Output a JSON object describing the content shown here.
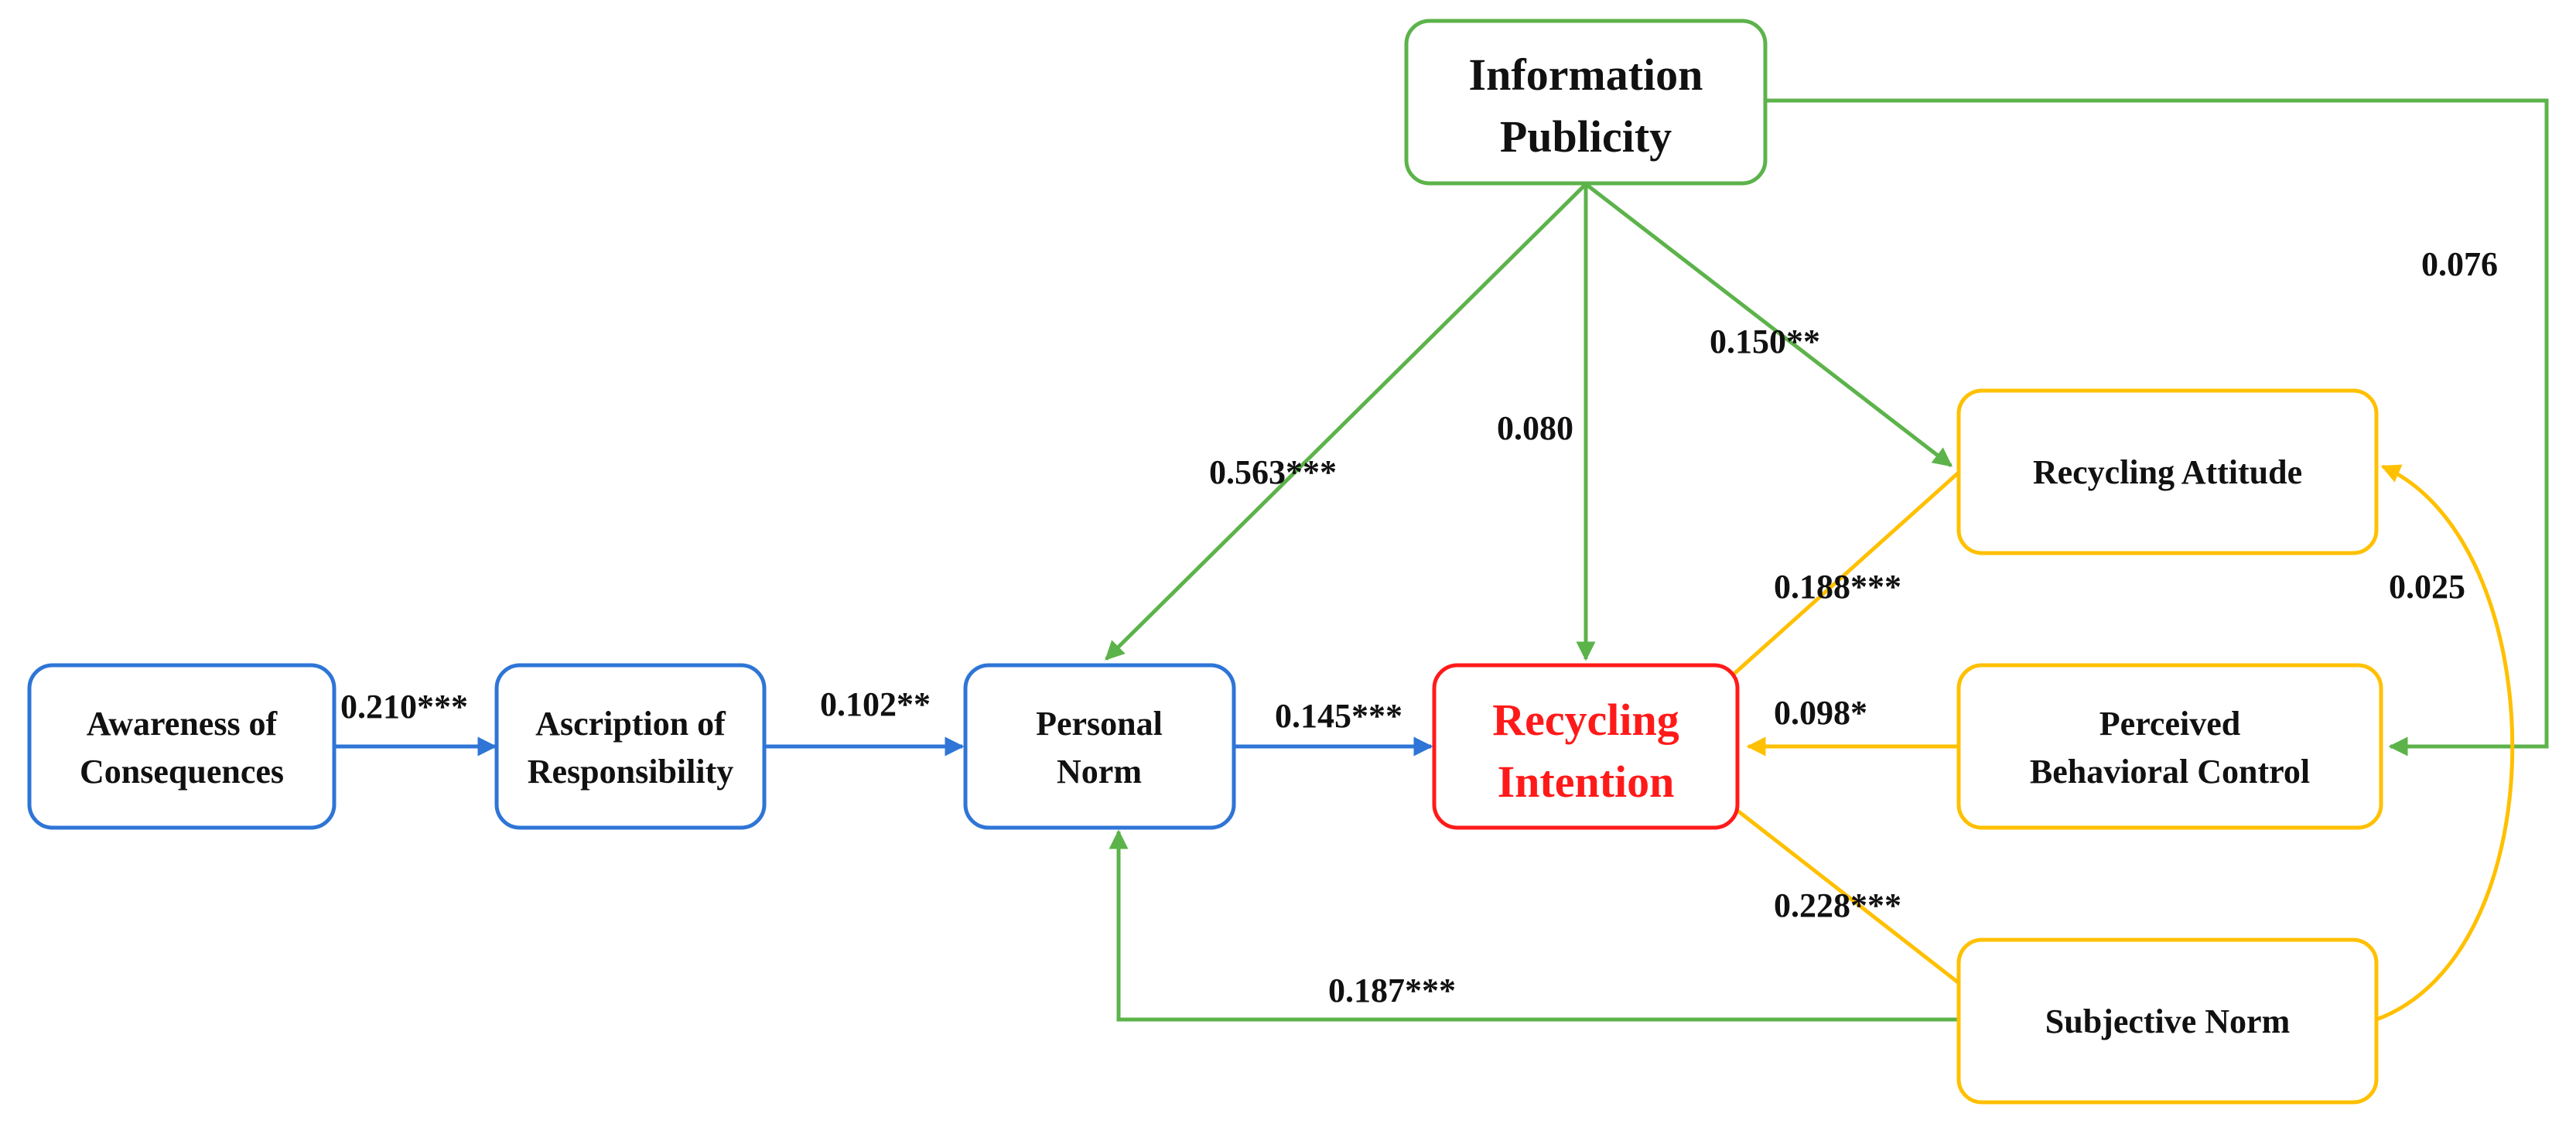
{
  "colors": {
    "blue": "#2e75d6",
    "green": "#5cb34a",
    "yellow": "#ffc000",
    "red": "#ff1a1a",
    "text": "#111111"
  },
  "nodes": {
    "information_publicity": {
      "line1": "Information",
      "line2": "Publicity"
    },
    "awareness_of_consequences": {
      "line1": "Awareness of",
      "line2": "Consequences"
    },
    "ascription_of_responsibility": {
      "line1": "Ascription of",
      "line2": "Responsibility"
    },
    "personal_norm": {
      "line1": "Personal",
      "line2": "Norm"
    },
    "recycling_intention": {
      "line1": "Recycling",
      "line2": "Intention"
    },
    "recycling_attitude": {
      "line1": "Recycling Attitude"
    },
    "perceived_behavioral_control": {
      "line1": "Perceived",
      "line2": "Behavioral Control"
    },
    "subjective_norm": {
      "line1": "Subjective Norm"
    }
  },
  "paths": {
    "aoc_to_aor": "0.210***",
    "aor_to_pn": "0.102**",
    "pn_to_ri": "0.145***",
    "ip_to_pn": "0.563***",
    "ip_to_ri": "0.080",
    "ip_to_ra": "0.150**",
    "ip_to_pbc": "0.076",
    "ra_to_ri": "0.188***",
    "pbc_to_ri": "0.098*",
    "sn_to_ri": "0.228***",
    "sn_to_pn": "0.187***",
    "sn_ra_correlation": "0.025"
  }
}
